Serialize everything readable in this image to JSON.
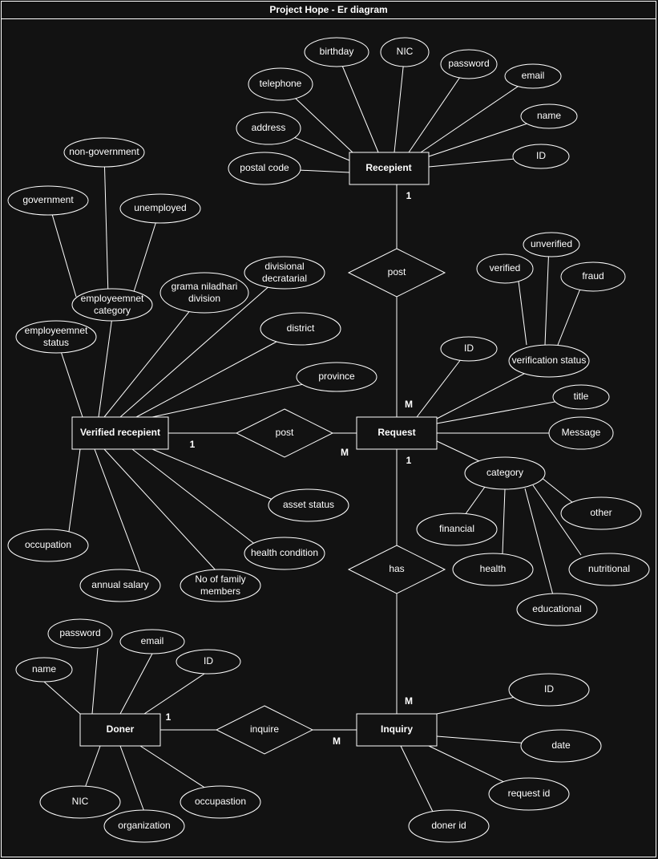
{
  "title": "Project Hope - Er diagram",
  "colors": {
    "background": "#121212",
    "stroke": "#ffffff",
    "text": "#ffffff"
  },
  "entities": {
    "recepient": "Recepient",
    "verified_recepient": "Verified recepient",
    "request": "Request",
    "doner": "Doner",
    "inquiry": "Inquiry"
  },
  "relationships": {
    "post_recepient_request": "post",
    "post_verified_request": "post",
    "has_request_inquiry": "has",
    "inquire_doner_inquiry": "inquire"
  },
  "cardinalities": {
    "recepient_post": "1",
    "post_request": "M",
    "verified_post": "1",
    "post_request_left": "M",
    "request_has": "1",
    "has_inquiry": "M",
    "doner_inquire": "1",
    "inquire_inquiry": "M"
  },
  "attributes": {
    "recepient": {
      "birthday": "birthday",
      "nic": "NIC",
      "password": "password",
      "email": "email",
      "name": "name",
      "id": "ID",
      "telephone": "telephone",
      "address": "address",
      "postal_code": "postal code"
    },
    "verified": {
      "non_government": "non-government",
      "government": "government",
      "unemployed": "unemployed",
      "employment_category_1": "employeemnet",
      "employment_category_2": "category",
      "grama_1": "grama niladhari",
      "grama_2": "division",
      "divisional_1": "divisional",
      "divisional_2": "decratarial",
      "district": "district",
      "province": "province",
      "employment_status_1": "employeemnet",
      "employment_status_2": "status",
      "occupation": "occupation",
      "annual_salary": "annual salary",
      "family_1": "No of family",
      "family_2": "members",
      "health_condition": "health condition",
      "asset_status": "asset status"
    },
    "request": {
      "id": "ID",
      "verification_status": "verification status",
      "verified": "verified",
      "unverified": "unverified",
      "fraud": "fraud",
      "title": "title",
      "message": "Message",
      "category": "category",
      "financial": "financial",
      "health": "health",
      "educational": "educational",
      "nutritional": "nutritional",
      "other": "other"
    },
    "doner": {
      "password": "password",
      "email": "email",
      "name": "name",
      "id": "ID",
      "nic": "NIC",
      "organization": "organization",
      "occupation": "occupastion"
    },
    "inquiry": {
      "id": "ID",
      "date": "date",
      "request_id": "request id",
      "doner_id": "doner id"
    }
  }
}
